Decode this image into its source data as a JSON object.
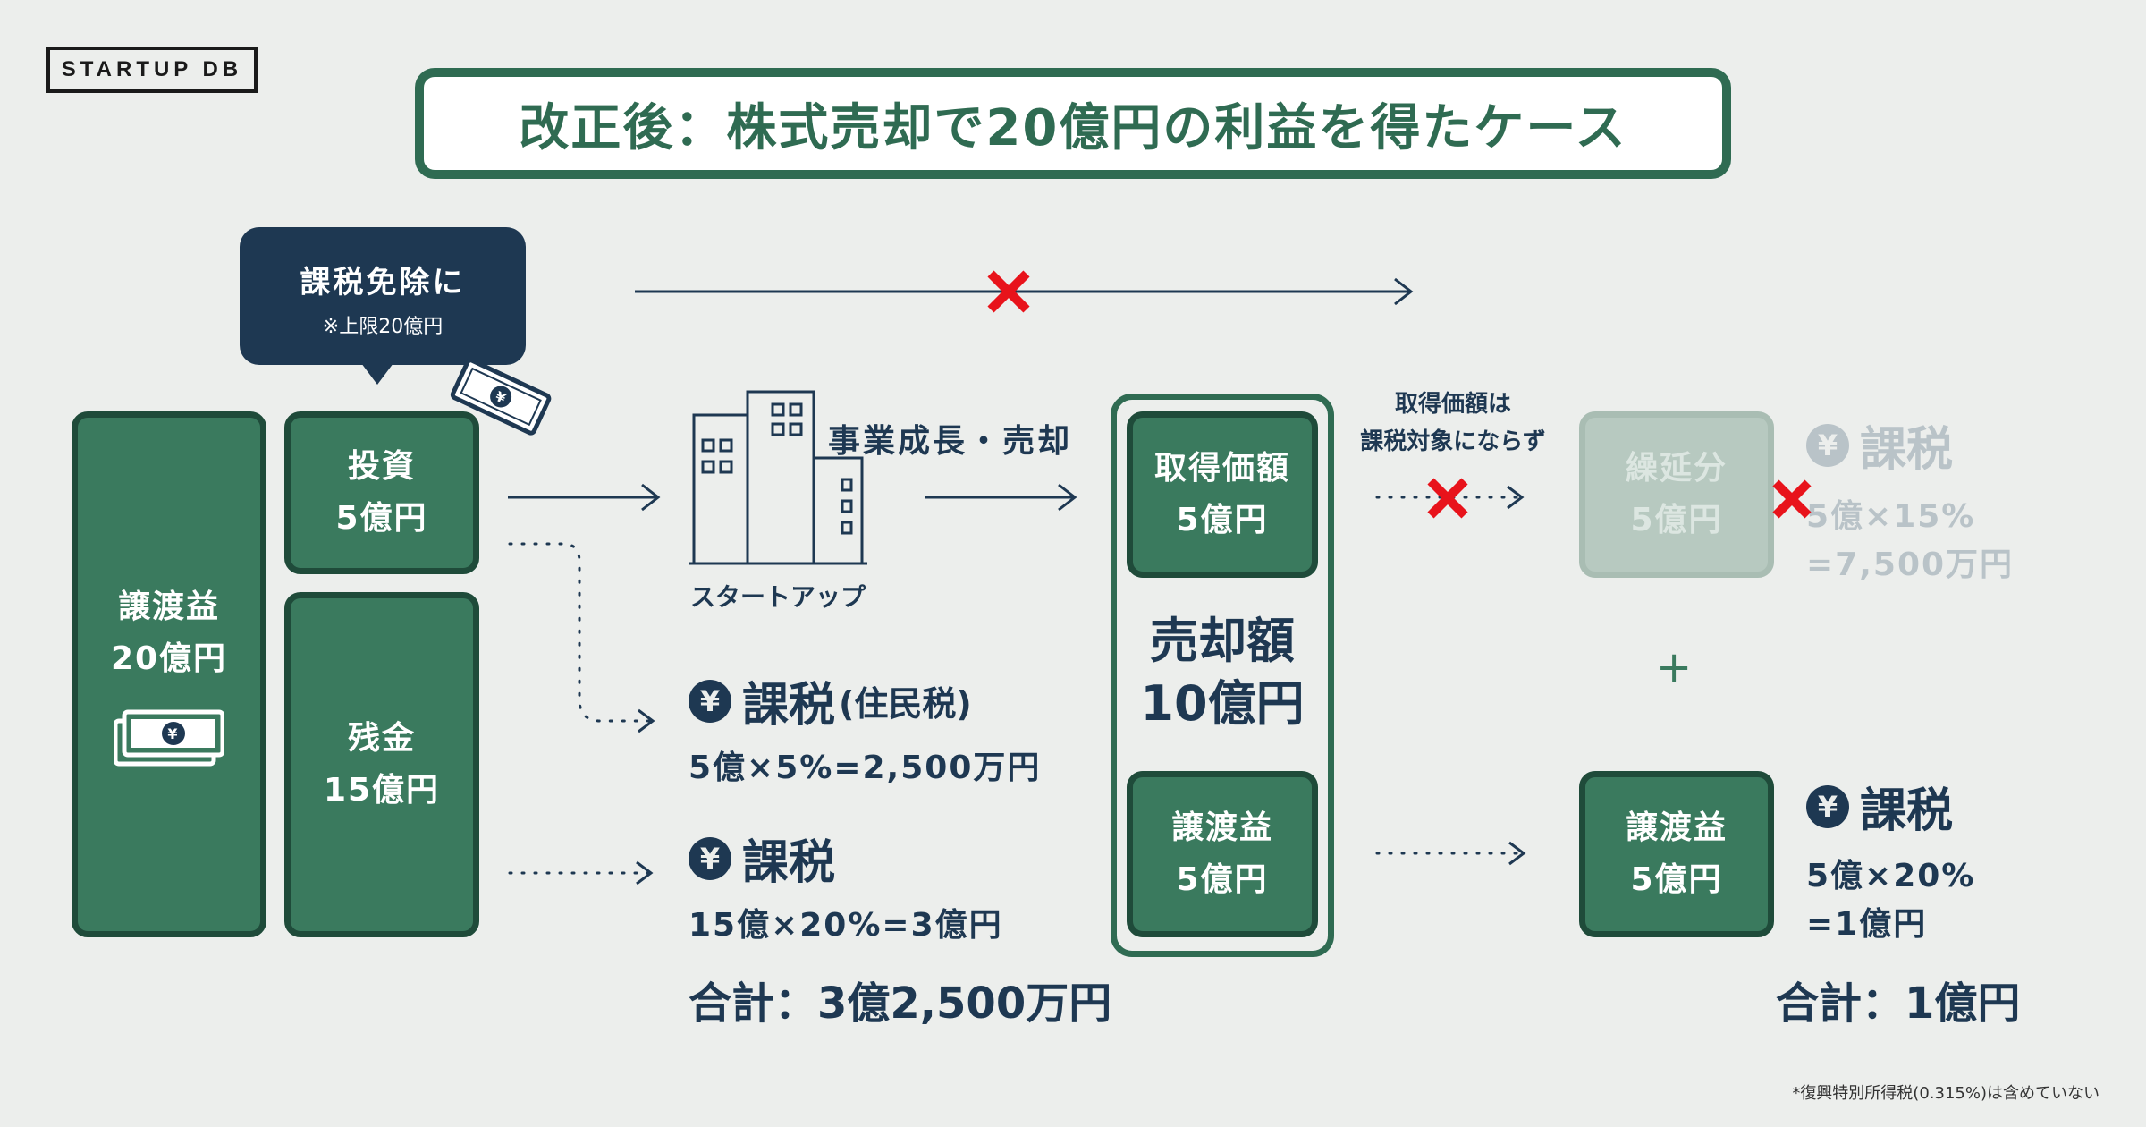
{
  "logo": "STARTUP DB",
  "title": "改正後：株式売却で20億円の利益を得たケース",
  "callout": {
    "line1": "課税免除に",
    "line2": "※上限20億円"
  },
  "boxes": {
    "transfer_total": {
      "line1": "譲渡益",
      "line2": "20億円"
    },
    "investment": {
      "line1": "投資",
      "line2": "5億円"
    },
    "remainder": {
      "line1": "残金",
      "line2": "15億円"
    },
    "acquisition": {
      "line1": "取得価額",
      "line2": "5億円"
    },
    "sale": {
      "line1": "売却額",
      "line2": "10億円"
    },
    "gain_mid": {
      "line1": "譲渡益",
      "line2": "5億円"
    },
    "deferred": {
      "line1": "繰延分",
      "line2": "5億円"
    },
    "gain_right": {
      "line1": "譲渡益",
      "line2": "5億円"
    }
  },
  "startup_label": "スタートアップ",
  "growth_label": "事業成長・売却",
  "acq_note": {
    "line1": "取得価額は",
    "line2": "課税対象にならず"
  },
  "tax_resident": {
    "head": "課税",
    "sub": "(住民税)",
    "calc": "5億×5%=2,500万円"
  },
  "tax_remainder": {
    "head": "課税",
    "calc": "15億×20%=3億円"
  },
  "total_left": "合計：3億2,500万円",
  "tax_deferred": {
    "head": "課税",
    "calc1": "5億×15%",
    "calc2": "=7,500万円"
  },
  "plus": "+",
  "tax_gain": {
    "head": "課税",
    "calc1": "5億×20%",
    "calc2": "=1億円"
  },
  "total_right": "合計：1億円",
  "yen_symbol": "¥",
  "footnote": "*復興特別所得税(0.315%)は含めていない",
  "colors": {
    "green": "#3a7a5e",
    "dark_green": "#1f4b3a",
    "navy": "#1e3852",
    "red": "#e8131b",
    "background": "#eceeec"
  }
}
